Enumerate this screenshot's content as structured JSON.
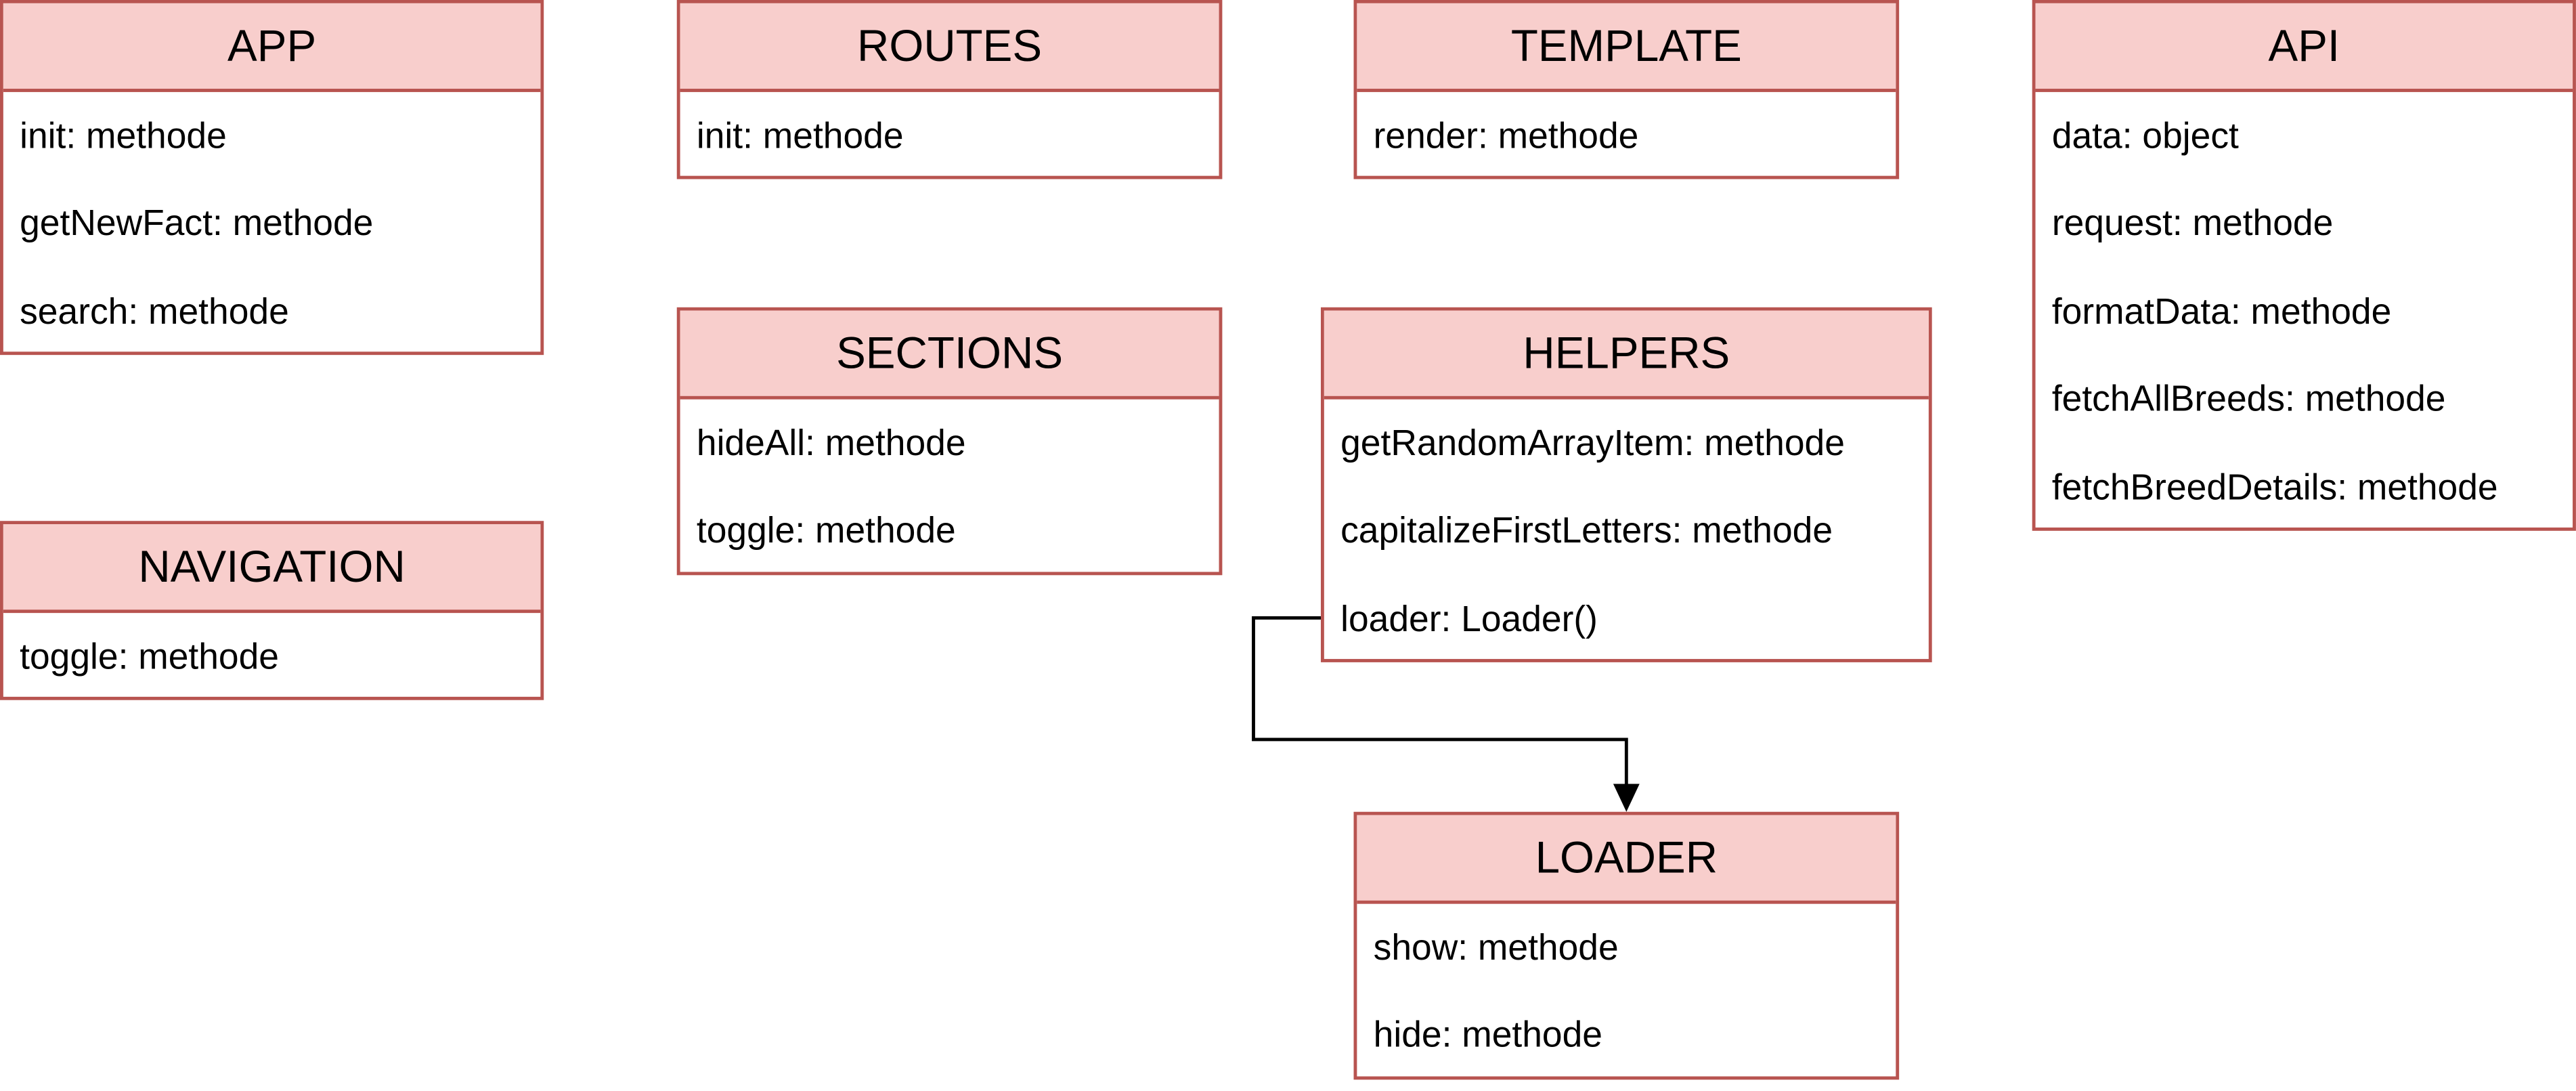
{
  "colors": {
    "border": "#b85450",
    "header_fill": "#f8cecc",
    "body_fill": "#ffffff",
    "connector": "#000000"
  },
  "classes": {
    "app": {
      "title": "APP",
      "members": [
        "init: methode",
        "getNewFact: methode",
        "search: methode"
      ]
    },
    "routes": {
      "title": "ROUTES",
      "members": [
        "init: methode"
      ]
    },
    "template": {
      "title": "TEMPLATE",
      "members": [
        "render: methode"
      ]
    },
    "api": {
      "title": "API",
      "members": [
        "data: object",
        "request: methode",
        "formatData: methode",
        "fetchAllBreeds: methode",
        "fetchBreedDetails: methode"
      ]
    },
    "sections": {
      "title": "SECTIONS",
      "members": [
        "hideAll: methode",
        "toggle: methode"
      ]
    },
    "helpers": {
      "title": "HELPERS",
      "members": [
        "getRandomArrayItem: methode",
        "capitalizeFirstLetters: methode",
        "loader: Loader()"
      ]
    },
    "navigation": {
      "title": "NAVIGATION",
      "members": [
        "toggle: methode"
      ]
    },
    "loader": {
      "title": "LOADER",
      "members": [
        "show: methode",
        "hide: methode"
      ]
    }
  },
  "connectors": [
    {
      "from": "helpers.loader",
      "to": "loader",
      "arrow": "filled"
    }
  ]
}
